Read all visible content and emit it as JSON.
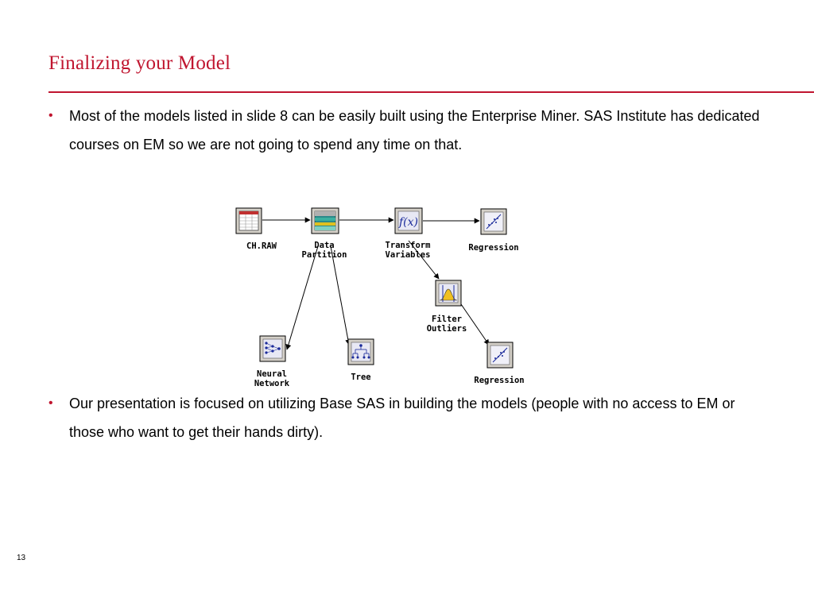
{
  "slide": {
    "title": "Finalizing your Model",
    "bullets": [
      "Most of the models listed in slide 8 can be easily built using the Enterprise Miner. SAS Institute has dedicated courses on EM so we are not going to spend any time on that.",
      "Our presentation is focused on utilizing Base SAS in building the models (people with no access to EM or those who want to get their hands dirty)."
    ],
    "bullet_marker": "•",
    "page_number": "13",
    "accent_color": "#c0152f"
  },
  "diagram": {
    "nodes": {
      "ch_raw": "CH.RAW",
      "data_partition_1": "Data",
      "data_partition_2": "Partition",
      "transform_1": "Transform",
      "transform_2": "Variables",
      "regression_top": "Regression",
      "filter_1": "Filter",
      "filter_2": "Outliers",
      "neural_1": "Neural",
      "neural_2": "Network",
      "tree": "Tree",
      "regression_bottom": "Regression"
    },
    "icons": {
      "ch_raw": "data-table-icon",
      "data_partition": "data-partition-icon",
      "transform": "function-fx-icon",
      "regression": "scatter-plot-icon",
      "filter": "bell-curve-icon",
      "neural": "neural-network-icon",
      "tree": "decision-tree-icon"
    },
    "function_symbol": "f(x)"
  }
}
